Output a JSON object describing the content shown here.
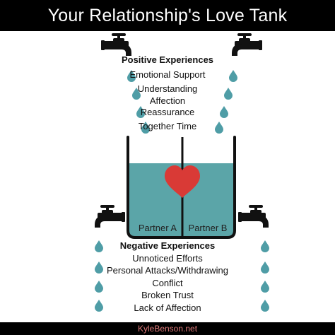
{
  "title": "Your Relationship's Love Tank",
  "footer": "KyleBenson.net",
  "positive": {
    "heading": "Positive Experiences",
    "items": [
      "Emotional Support",
      "Understanding",
      "Affection",
      "Reassurance",
      "Together Time"
    ]
  },
  "tank": {
    "left_label": "Partner A",
    "right_label": "Partner B"
  },
  "negative": {
    "heading": "Negative Experiences",
    "items": [
      "Unnoticed Efforts",
      "Personal Attacks/Withdrawing",
      "Conflict",
      "Broken Trust",
      "Lack of Affection"
    ]
  },
  "colors": {
    "water": "#5ba5a8",
    "droplet": "#4f9da6",
    "heart": "#d93a36",
    "faucet": "#111111"
  },
  "icons": [
    "faucet-icon",
    "droplet-icon",
    "heart-icon"
  ]
}
